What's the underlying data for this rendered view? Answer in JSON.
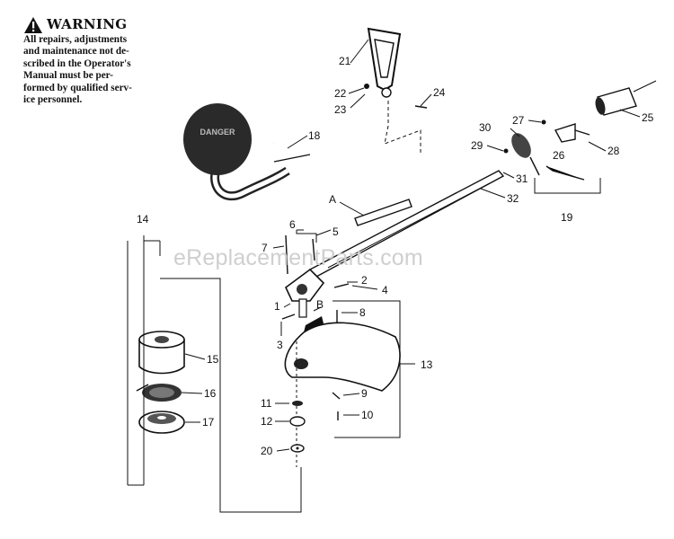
{
  "warning": {
    "title": "WARNING",
    "lines": [
      "All repairs, adjustments",
      "and maintenance not de-",
      "scribed in the Operator's",
      "Manual must be per-",
      "formed by qualified serv-",
      "ice personnel."
    ]
  },
  "watermark": "eReplacementParts.com",
  "guard_decal_text": "DANGER",
  "part_labels": [
    "1",
    "2",
    "3",
    "4",
    "5",
    "6",
    "7",
    "8",
    "9",
    "10",
    "11",
    "12",
    "13",
    "14",
    "15",
    "16",
    "17",
    "18",
    "19",
    "20",
    "21",
    "22",
    "23",
    "24",
    "25",
    "26",
    "27",
    "28",
    "29",
    "30",
    "31",
    "32",
    "A",
    "B"
  ]
}
